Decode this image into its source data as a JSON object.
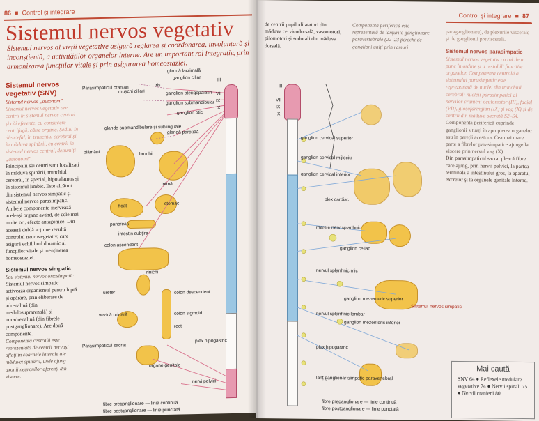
{
  "left_page": {
    "page_number": "86",
    "section": "Control și integrare",
    "title": "Sistemul nervos vegetativ",
    "intro": "Sistemul nervos al vieții vegetative asigură reglarea și coordonarea, involuntară și inconștientă, a activităților organelor interne. Are un important rol integrativ, prin armonizarea funcțiilor vitale și prin asigurarea homeostaziei.",
    "col_heading": "Sistemul nervos vegetativ (SNV)",
    "col_subheading": "Sistemul nervos „autonom”",
    "col_faded": "Sistemul nervos vegetativ are centrii în sistemul nervos central și căi eferente, cu conducere centrifugă, către organe. Sediul în diencefal, în trunchiul cerebral și în măduva spinării, cu centrii în sistemul nervos central, denumiți „autonomi”.",
    "col_body": "Principalii săi centri sunt localizați în măduva spinării, trunchiul cerebral, în special, hipotalamus și în sistemul limbic. Este alcătuit din sistemul nervos simpatic și sistemul nervos parasimpatic. Ambele componente inervează aceleași organe având, de cele mai multe ori, efecte antagonice. Din această dublă acțiune rezultă controlul neurovegetativ, care asigură echilibrul dinamic al funcțiilor vitale și menținerea homeostaziei.",
    "simp_heading": "Sistemul nervos simpatic",
    "simp_sub": "Sau sistemul nervos ortosimpatic",
    "simp_body": "Sistemul nervos simpatic activează organismul pentru luptă și apărare, prin eliberare de adrenalină (din medulosuprarenală) și noradrenalină (din fibrele postganglionare). Are două componente.",
    "simp_body2": "Componenta centrală este reprezentată de centrii nervoși aflați în coarnele laterale ale măduvei spinării, unde ajung axonii neuronilor aferenți din viscere."
  },
  "left_diagram": {
    "labels": {
      "parasimpatic_cranian": "Parasimpaticul cranian",
      "glande_lacrimala": "glandă lacrimală",
      "ganglion_ciliar": "ganglion ciliar",
      "iris": "iris",
      "muschi_ciliari": "mușchi ciliari",
      "ganglion_pterygo": "ganglion pterigopalatin",
      "ganglion_submandib": "ganglion submandibular",
      "ganglion_otic": "ganglion otic",
      "glande_submandib": "glande submandibulare și sublinguale",
      "glanda_parotida": "glandă parotidă",
      "plamani": "plămâni",
      "bronhii": "bronhii",
      "inima": "inimă",
      "ficat": "ficat",
      "stomac": "stomac",
      "pancreas": "pancreas",
      "intestin_subtire": "intestin subțire",
      "colon_ascendent": "colon ascendent",
      "rinichi": "rinichi",
      "ureter": "ureter",
      "colon_descendent": "colon descendent",
      "vezica_urinara": "vezică urinară",
      "colon_sigmoid": "colon sigmoid",
      "rect": "rect",
      "parasimpatic_sacrat": "Parasimpaticul sacrat",
      "plex_hipogastric": "plex hipogastric",
      "organe_genitale": "organe genitale",
      "nervi_pelvici": "nervi pelvici",
      "nerve_numbers": [
        "III",
        "VII",
        "IX",
        "X"
      ]
    },
    "legend": {
      "pre": "fibre preganglionare — linie continuă",
      "post": "fibre postganglionare — linie punctată"
    }
  },
  "right_page": {
    "page_number": "87",
    "section": "Control și integrare",
    "col1_text": "de centrii pupilodilatatori din măduva cervicodorsală, vasomotori, pilomotori și sudorali din măduva dorsală.",
    "col2_text": "Componenta periferică este reprezentată de lanțurile ganglionare paravertebrale (22–23 perechi de ganglioni uniți prin ramuri",
    "col3_head": "paraganglionare), de plexurile viscerale și de ganglionii previscerali.",
    "col3_heading": "Sistemul nervos parasimpatic",
    "col3_body": "Sistemul nervos vegetativ cu rol de a pune în ordine și a restabili funcțiile organelor. Componenta centrală a sistemului parasimpatic este reprezentată de nuclei din trunchiul cerebral: nucleii parasimpatici ai nervilor cranieni oculomotor (III), facial (VII), glosofaringian (IX) și vag (X) și de centrii din măduva sacrată S2–S4.",
    "col3_body2": "Componenta periferică cuprinde ganglionii situați în apropierea organelor sau în pereții acestora. Cea mai mare parte a fibrelor parasimpatice ajunge la viscere prin nervul vag (X).",
    "col3_body3": "Din parasimpaticul sacrat pleacă fibre care ajung, prin nervii pelvici, la partea terminală a intestinului gros, la aparatul excretor și la organele genitale interne."
  },
  "right_diagram": {
    "labels": {
      "ganglion_cervical_superior": "ganglion cervical superior",
      "ganglion_cervical_mijlociu": "ganglion cervical mijlociu",
      "ganglion_cervical_inferior": "ganglion cervical inferior",
      "plex_cardiac": "plex cardiac",
      "marele_nerv_splanhnic": "marele nerv splanhnic",
      "ganglion_celiac": "ganglion celiac",
      "nervul_splanhnic_mic": "nervul splanhnic mic",
      "ganglion_mezenteric_superior": "ganglion mezenteric superior",
      "nervul_splanhnic_lombar": "nervul splanhnic lombar",
      "ganglion_mezenteric_inferior": "ganglion mezenteric inferior",
      "sistemul_nervos_simpatic": "Sistemul nervos simpatic",
      "plex_hipogastric": "plex hipogastric",
      "lant_ganglionar": "lanț ganglionar simpatic paravertebral",
      "nerve_numbers": [
        "III",
        "VII",
        "IX",
        "X"
      ]
    },
    "legend": {
      "pre": "fibre preganglionare — linie continuă",
      "post": "fibre postganglionare — linie punctată"
    }
  },
  "box": {
    "title": "Mai caută",
    "text": "SNV 64 ● Reflexele medulare vegetative 74 ● Nervii spinali 75 ● Nervii cranieni 80"
  },
  "colors": {
    "accent_red": "#c0392b",
    "organ_yellow": "#f2c34a",
    "spine_pink": "#e79ab0",
    "spine_blue": "#9cc7e3"
  }
}
